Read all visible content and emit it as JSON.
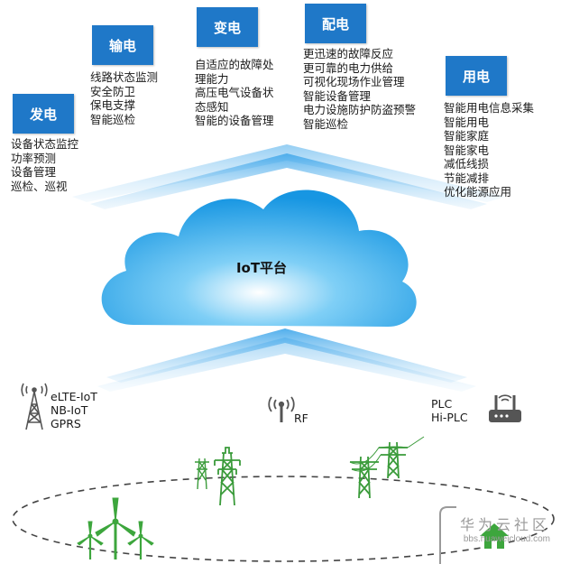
{
  "categories": [
    {
      "key": "fadian",
      "label": "发电",
      "items": [
        "设备状态监控",
        "功率预测",
        "设备管理",
        "巡检、巡视"
      ]
    },
    {
      "key": "shudian",
      "label": "输电",
      "items": [
        "线路状态监测",
        "安全防卫",
        "保电支撑",
        "智能巡检"
      ]
    },
    {
      "key": "biandian",
      "label": "变电",
      "items": [
        "自适应的故障处",
        "理能力",
        "高压电气设备状",
        "态感知",
        "智能的设备管理"
      ]
    },
    {
      "key": "peidian",
      "label": "配电",
      "items": [
        "更迅速的故障反应",
        "更可靠的电力供给",
        "可视化现场作业管理",
        "智能设备管理",
        "电力设施防护防盗预警",
        "智能巡检"
      ]
    },
    {
      "key": "yongdian",
      "label": "用电",
      "items": [
        "智能用电信息采集",
        "智能用电",
        "智能家庭",
        "智能家电",
        "减低线损",
        "节能减排",
        "优化能源应用"
      ]
    }
  ],
  "platform": {
    "label": "IoT平台"
  },
  "networks": {
    "cellular": [
      "eLTE-IoT",
      "NB-IoT",
      "GPRS"
    ],
    "rf": "RF",
    "plc": [
      "PLC",
      "Hi-PLC"
    ]
  },
  "watermark": {
    "cn": "华为云社区",
    "url": "bbs.huaweicloud.com"
  },
  "colors": {
    "box": "#1f78c8",
    "cloud": "#1aa0e8",
    "arrow": "#5ab4ec",
    "tower": "#3da63d",
    "icon": "#555555"
  },
  "icons": [
    "cell-tower-icon",
    "rf-antenna-icon",
    "plc-router-icon",
    "power-pylon-icon",
    "wind-turbine-icon",
    "house-icon"
  ]
}
